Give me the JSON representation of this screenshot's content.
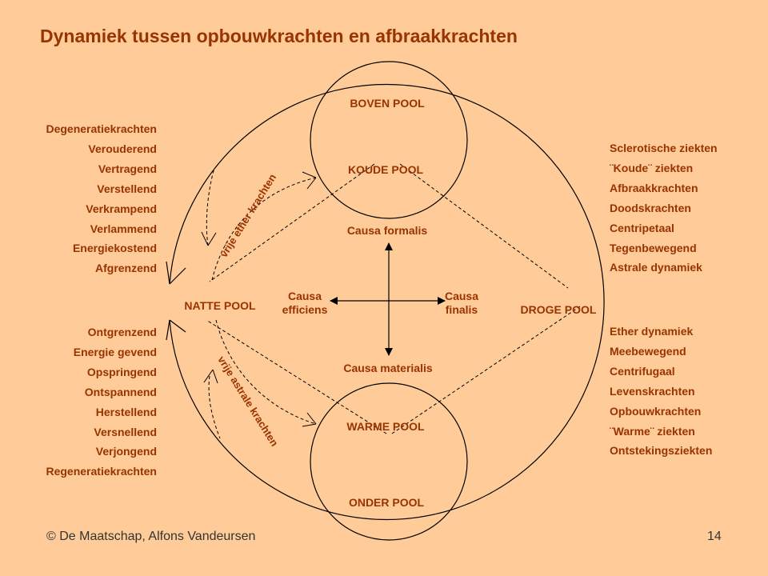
{
  "title": "Dynamiek tussen opbouwkrachten en afbraakkrachten",
  "poles": {
    "boven": "BOVEN POOL",
    "koude": "KOUDE POOL",
    "natte": "NATTE POOL",
    "droge": "DROGE POOL",
    "warme": "WARME POOL",
    "onder": "ONDER POOL"
  },
  "causa": {
    "formalis": "Causa formalis",
    "materialis": "Causa materialis",
    "efficiens_line1": "Causa",
    "efficiens_line2": "efficiens",
    "finalis_line1": "Causa",
    "finalis_line2": "finalis"
  },
  "rotated": {
    "ether": "vrije ether krachten",
    "astrale": "vrije astrale krachten"
  },
  "left_top_list": [
    "Degeneratiekrachten",
    "Verouderend",
    "Vertragend",
    "Verstellend",
    "Verkrampend",
    "Verlammend",
    "Energiekostend",
    "Afgrenzend"
  ],
  "left_bottom_list": [
    "Ontgrenzend",
    "Energie gevend",
    "Opspringend",
    "Ontspannend",
    "Herstellend",
    "Versnellend",
    "Verjongend",
    "Regeneratiekrachten"
  ],
  "right_top_list": [
    "Sclerotische ziekten",
    "¨Koude¨ ziekten",
    "Afbraakkrachten",
    "Doodskrachten",
    "Centripetaal",
    "Tegenbewegend",
    "Astrale dynamiek"
  ],
  "right_bottom_list": [
    "Ether dynamiek",
    "Meebewegend",
    "Centrifugaal",
    "Levenskrachten",
    "Opbouwkrachten",
    "¨Warme¨ ziekten",
    "Ontstekingsziekten"
  ],
  "footer": {
    "copyright": "© De Maatschap, Alfons Vandeursen",
    "page_number": "14"
  }
}
